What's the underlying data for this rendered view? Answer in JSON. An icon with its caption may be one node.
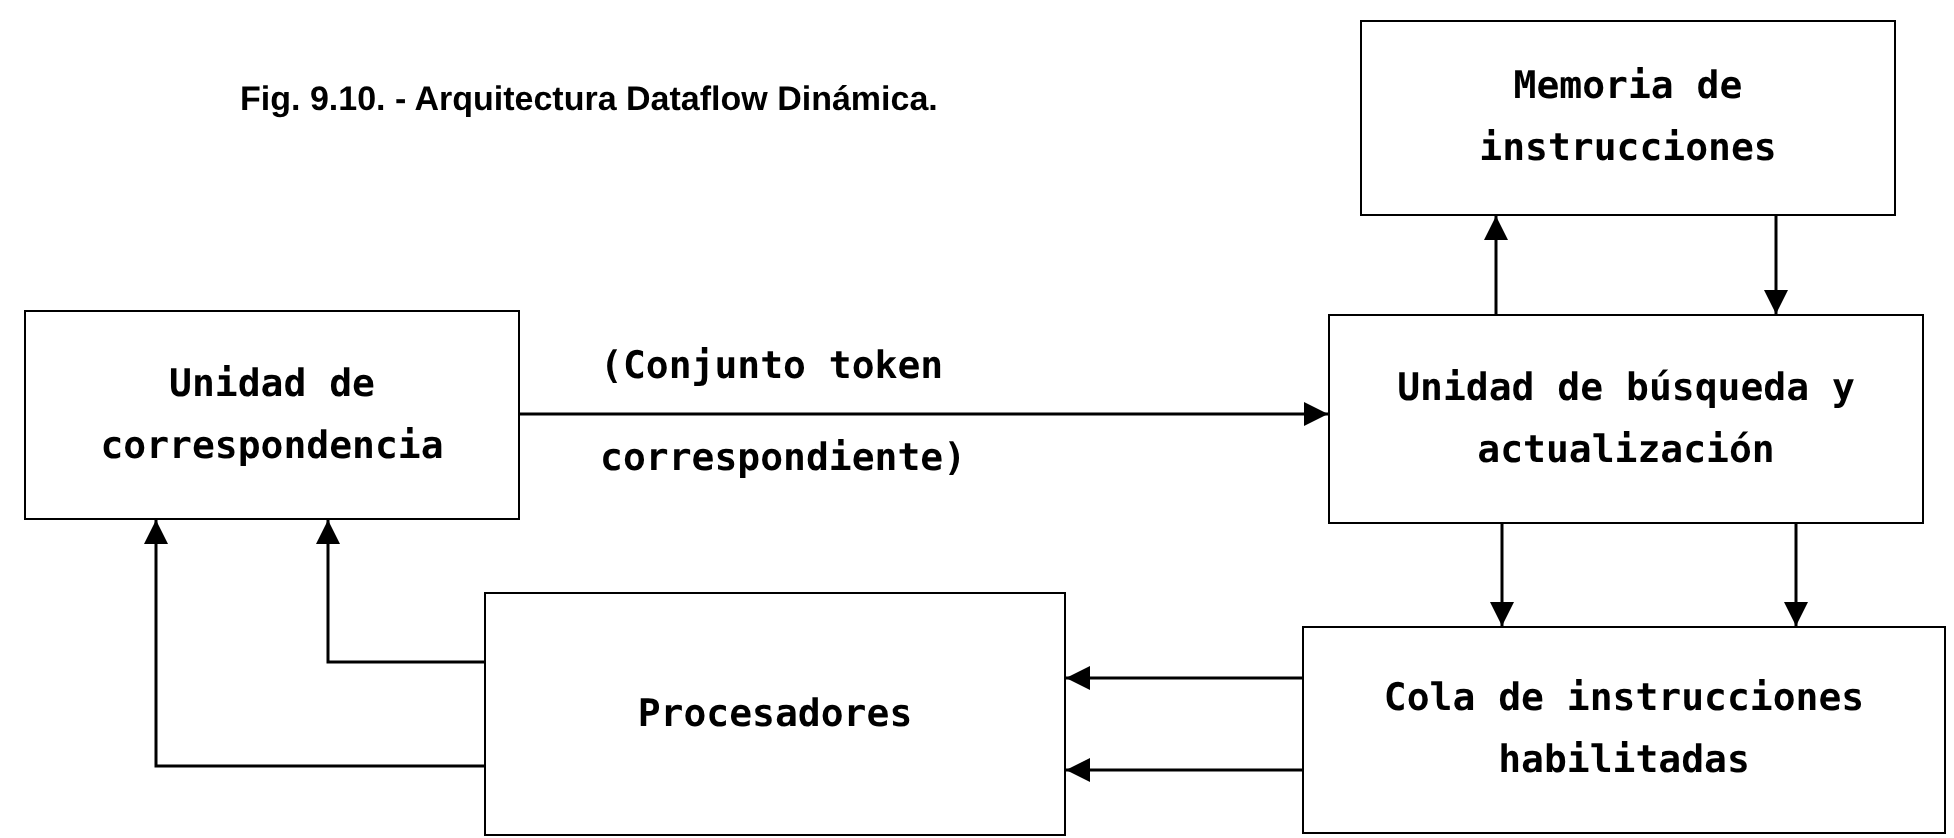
{
  "diagram": {
    "title": "Fig. 9.10. - Arquitectura Dataflow Dinámica.",
    "nodes": [
      {
        "text": [
          "Memoria de instrucciones"
        ]
      },
      {
        "text": [
          "Unidad de correspondencia"
        ]
      },
      {
        "text": [
          "Unidad de búsqueda y actualización"
        ]
      },
      {
        "text": [
          "Procesadores"
        ]
      },
      {
        "text": [
          "Cola de instrucciones habilitadas"
        ]
      }
    ],
    "edges": [
      {
        "from": 2,
        "to": 0,
        "arrow": "to"
      },
      {
        "from": 0,
        "to": 2,
        "arrow": "to"
      },
      {
        "from": 1,
        "to": 2,
        "arrow": "to",
        "label": "(Conjunto token correspondiente)"
      },
      {
        "from": 2,
        "to": 4,
        "arrow": "to"
      },
      {
        "from": 2,
        "to": 4,
        "arrow": "to"
      },
      {
        "from": 4,
        "to": 3,
        "arrow": "to"
      },
      {
        "from": 4,
        "to": 3,
        "arrow": "to"
      },
      {
        "from": 3,
        "to": 1,
        "arrow": "to"
      },
      {
        "from": 3,
        "to": 1,
        "arrow": "to"
      }
    ]
  }
}
